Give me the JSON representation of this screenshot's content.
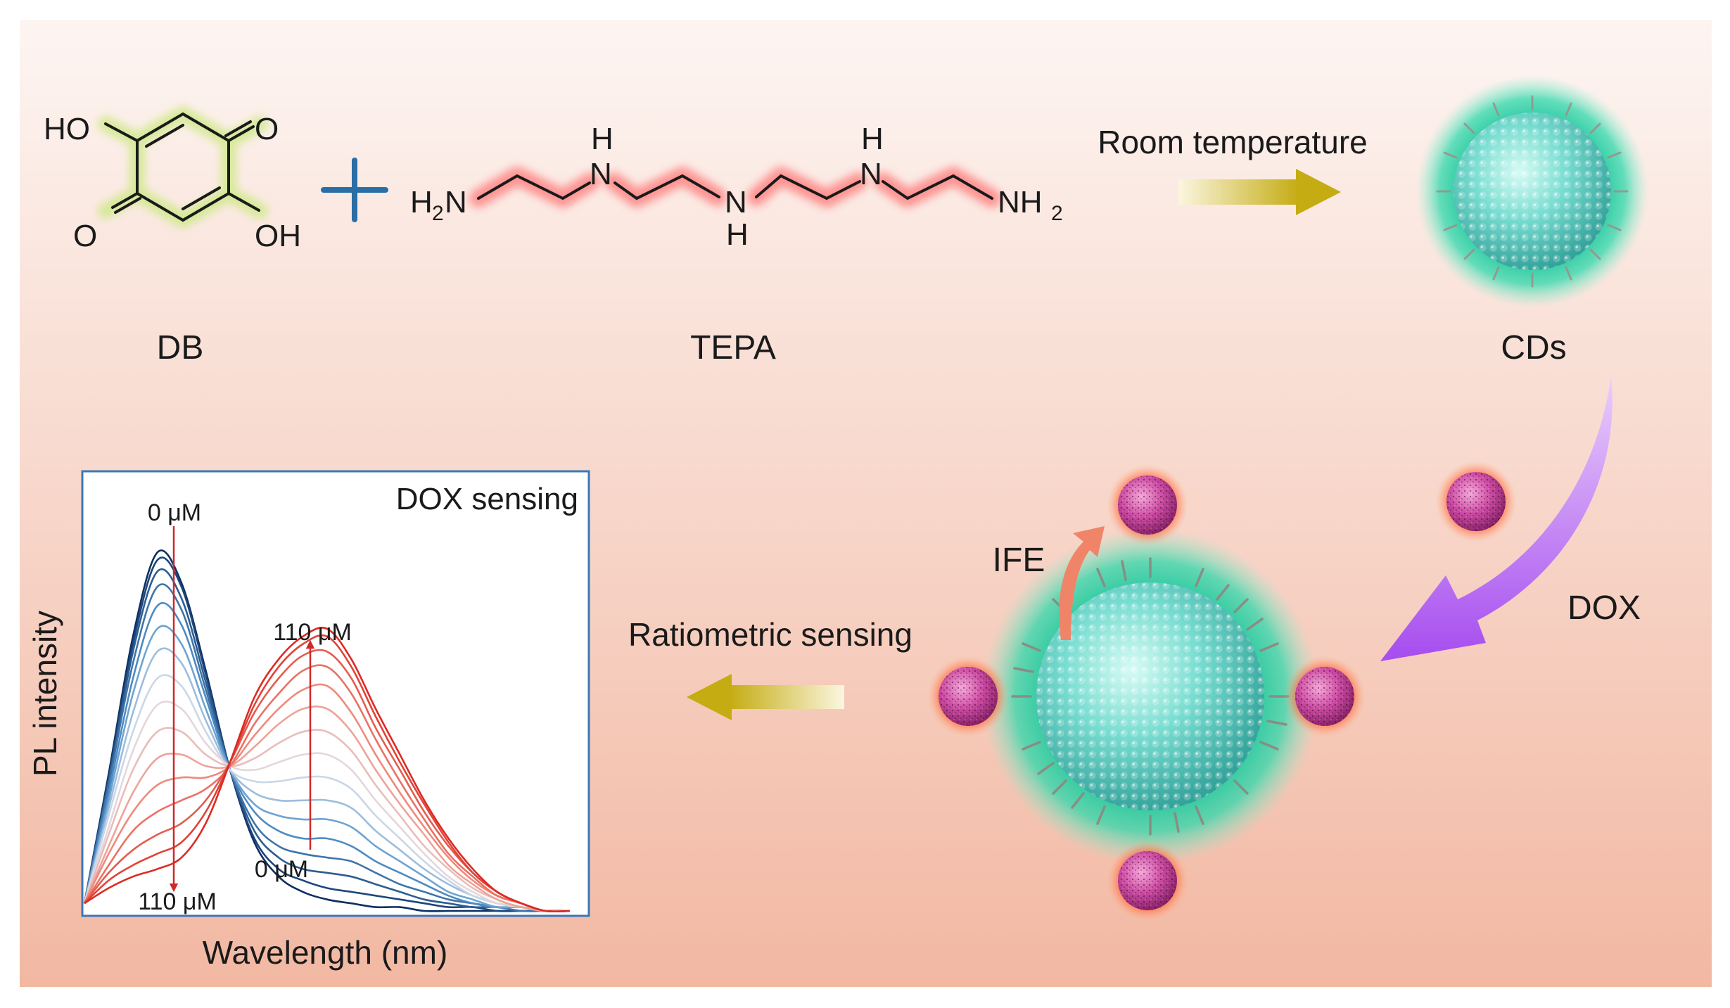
{
  "colors": {
    "bg_top": "#fcf2ef",
    "bg_bottom": "#f2b8a2",
    "cd_core": "#5fd4c6",
    "cd_glow": "#1bc49a",
    "dox_particle": "#b8338c",
    "dox_glow": "#ff5a30",
    "db_glow": "#c9e87a",
    "tepa_glow": "#ff6e6e",
    "plus_sign": "#2a6ea6",
    "gold_arrow": "#c9b41c",
    "purple_arrow": "#b05cf0",
    "ife_arrow": "#f08468",
    "chart_frame": "#3a78b8",
    "guide_arrow": "#d02828",
    "series_blue_dark": "#0d2f62",
    "series_red": "#dc2b22"
  },
  "molecules": {
    "db": {
      "label": "DB",
      "groups": {
        "ho": "HO",
        "o_top": "O",
        "o_bottom": "O",
        "oh": "OH"
      }
    },
    "plus_icon": "plus-icon",
    "tepa": {
      "label": "TEPA",
      "groups": {
        "h2n_h": "H",
        "h2n_2": "2",
        "h2n_n": "N",
        "n": "N",
        "h": "H",
        "nh2_n": "NH",
        "nh2_2": "2"
      }
    }
  },
  "steps": {
    "room_temperature": "Room temperature",
    "cds": "CDs",
    "dox": "DOX",
    "ife": "IFE",
    "ratiometric": "Ratiometric sensing"
  },
  "inset_chart": {
    "title": "DOX sensing",
    "xlabel": "Wavelength (nm)",
    "ylabel": "PL intensity",
    "annotations": {
      "blue_start": "0 μM",
      "blue_end": "110 μM",
      "red_start": "0 μM",
      "red_end": "110 μM"
    }
  },
  "chart_data": {
    "type": "line",
    "title": "DOX sensing",
    "xlabel": "Wavelength (nm)",
    "ylabel": "PL intensity",
    "xlim": [
      0,
      100
    ],
    "ylim": [
      0,
      100
    ],
    "grid": false,
    "ticks": false,
    "concentration_annotations": [
      "0 μM",
      "110 μM"
    ],
    "x": [
      0,
      5,
      10,
      15,
      20,
      25,
      30,
      35,
      40,
      45,
      50,
      55,
      60,
      65,
      70,
      75,
      80,
      85,
      90,
      95,
      100
    ],
    "series": [
      {
        "values": [
          2,
          36,
          72,
          94,
          86,
          63,
          37,
          18,
          9,
          5,
          3,
          2,
          1,
          1,
          0,
          0,
          0,
          0,
          0,
          0,
          0
        ]
      },
      {
        "values": [
          2,
          35,
          70,
          92,
          85,
          62,
          37,
          19,
          11,
          8,
          6,
          5,
          4,
          3,
          2,
          1,
          1,
          0,
          0,
          0,
          0
        ]
      },
      {
        "values": [
          2,
          34,
          68,
          89,
          82,
          60,
          37,
          21,
          14,
          11,
          10,
          9,
          7,
          5,
          3,
          2,
          1,
          1,
          0,
          0,
          0
        ]
      },
      {
        "values": [
          2,
          33,
          65,
          85,
          79,
          58,
          37,
          23,
          17,
          15,
          14,
          13,
          10,
          7,
          5,
          3,
          2,
          1,
          0,
          0,
          0
        ]
      },
      {
        "values": [
          2,
          31,
          61,
          80,
          75,
          56,
          37,
          26,
          21,
          19,
          19,
          17,
          13,
          10,
          7,
          4,
          2,
          1,
          1,
          0,
          0
        ]
      },
      {
        "values": [
          2,
          29,
          57,
          74,
          70,
          53,
          37,
          28,
          25,
          24,
          24,
          22,
          17,
          13,
          9,
          5,
          3,
          1,
          1,
          0,
          0
        ]
      },
      {
        "values": [
          2,
          27,
          52,
          68,
          65,
          50,
          37,
          31,
          29,
          29,
          29,
          27,
          21,
          16,
          11,
          7,
          4,
          2,
          1,
          0,
          0
        ]
      },
      {
        "values": [
          2,
          25,
          47,
          61,
          59,
          47,
          37,
          34,
          34,
          35,
          35,
          32,
          25,
          19,
          13,
          8,
          4,
          2,
          1,
          0,
          0
        ]
      },
      {
        "values": [
          2,
          22,
          42,
          54,
          53,
          44,
          38,
          37,
          39,
          41,
          41,
          37,
          29,
          22,
          15,
          9,
          5,
          2,
          1,
          0,
          0
        ]
      },
      {
        "values": [
          2,
          20,
          37,
          47,
          47,
          41,
          38,
          40,
          44,
          47,
          47,
          42,
          33,
          25,
          17,
          11,
          6,
          3,
          1,
          0,
          0
        ]
      },
      {
        "values": [
          2,
          17,
          31,
          40,
          41,
          38,
          38,
          43,
          49,
          53,
          53,
          47,
          37,
          28,
          20,
          12,
          7,
          3,
          1,
          0,
          0
        ]
      },
      {
        "values": [
          2,
          15,
          26,
          33,
          35,
          35,
          38,
          46,
          53,
          58,
          59,
          52,
          41,
          31,
          22,
          14,
          8,
          4,
          2,
          0,
          0
        ]
      },
      {
        "values": [
          2,
          12,
          21,
          26,
          29,
          32,
          38,
          49,
          57,
          63,
          64,
          57,
          45,
          34,
          24,
          15,
          9,
          4,
          2,
          0,
          0
        ]
      },
      {
        "values": [
          2,
          10,
          16,
          20,
          23,
          29,
          39,
          52,
          61,
          67,
          68,
          61,
          48,
          37,
          26,
          17,
          10,
          5,
          2,
          0,
          0
        ]
      },
      {
        "values": [
          2,
          8,
          12,
          15,
          18,
          26,
          39,
          54,
          64,
          70,
          72,
          64,
          51,
          39,
          28,
          18,
          10,
          5,
          2,
          0,
          0
        ]
      },
      {
        "values": [
          2,
          6,
          9,
          11,
          14,
          23,
          39,
          56,
          66,
          72,
          74,
          66,
          53,
          41,
          29,
          19,
          11,
          5,
          2,
          0,
          0
        ]
      }
    ]
  }
}
